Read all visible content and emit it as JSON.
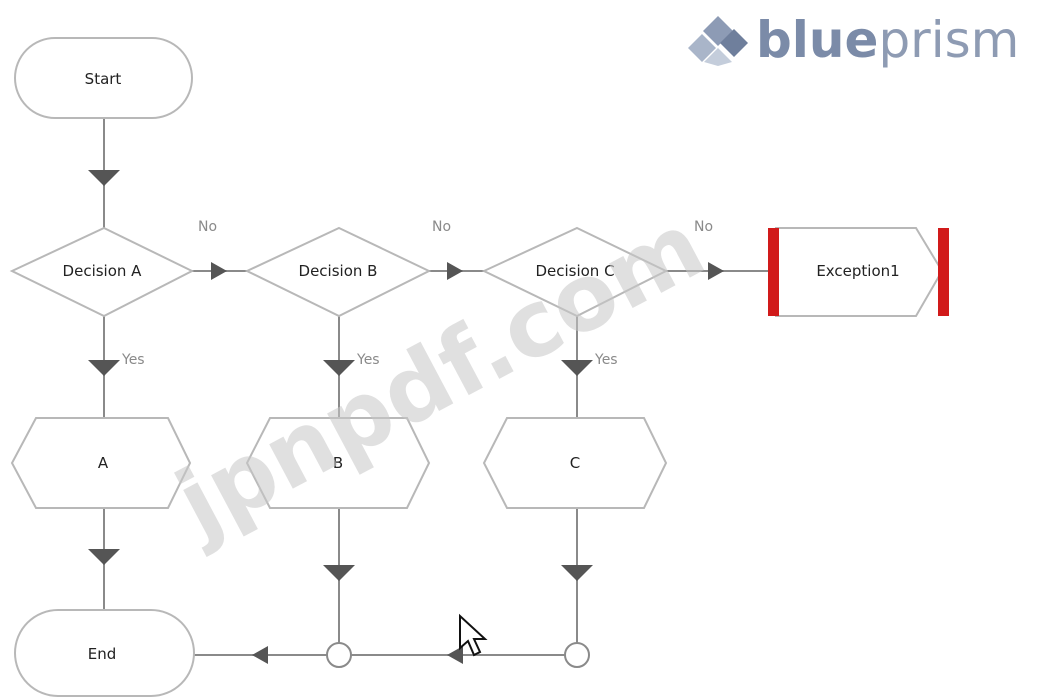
{
  "logo": {
    "text_bold": "blue",
    "text_light": "prism",
    "color": "#7b8ba8"
  },
  "watermark": {
    "text": "jpnpdf.com"
  },
  "nodes": {
    "start": "Start",
    "decision_a": "Decision A",
    "decision_b": "Decision B",
    "decision_c": "Decision C",
    "exception": "Exception1",
    "process_a": "A",
    "process_b": "B",
    "process_c": "C",
    "end": "End"
  },
  "labels": {
    "no_a": "No",
    "no_b": "No",
    "no_c": "No",
    "yes_a": "Yes",
    "yes_b": "Yes",
    "yes_c": "Yes"
  },
  "colors": {
    "line": "#8a8a8a",
    "arrow": "#555555",
    "shape_stroke": "#b8b8b8",
    "exception_bar": "#d11a1a"
  },
  "icons": {
    "cursor": "mouse-pointer-icon",
    "logo_mark": "blueprism-diamond-logo-icon"
  }
}
